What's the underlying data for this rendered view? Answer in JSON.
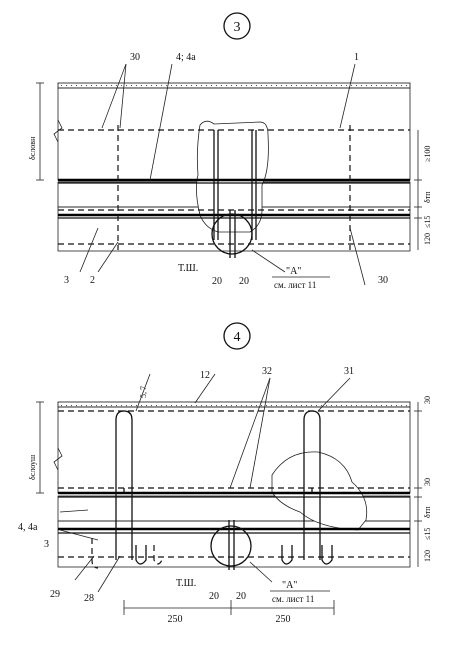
{
  "section3": {
    "number": "3",
    "callouts": {
      "c30": "30",
      "c4_4a": "4; 4а",
      "c1": "1",
      "c3": "3",
      "c2": "2",
      "c30b": "30"
    },
    "dims": {
      "d1": "δсловн",
      "d2": "≥100",
      "d3": "δтп",
      "d4": "≤15",
      "d5": "120"
    },
    "detail": {
      "tsh": "Т.Ш.",
      "a": "\"А\"",
      "sheet": "см. лист 11",
      "w1": "20",
      "w2": "20"
    }
  },
  "section4": {
    "number": "4",
    "callouts": {
      "c5_7": "5, 7",
      "c12": "12",
      "c32": "32",
      "c31": "31",
      "c4_4a": "4, 4а",
      "c3": "3",
      "c29": "29",
      "c28": "28"
    },
    "dims": {
      "d1": "δслоуш",
      "d2": "30",
      "d3": "30",
      "d4": "δтп",
      "d5": "≤15",
      "d6": "120"
    },
    "detail": {
      "tsh": "Т.Ш.",
      "a": "\"А\"",
      "sheet": "см. лист 11",
      "w1": "20",
      "w2": "20"
    },
    "bottom_dims": {
      "left": "250",
      "right": "250"
    }
  }
}
